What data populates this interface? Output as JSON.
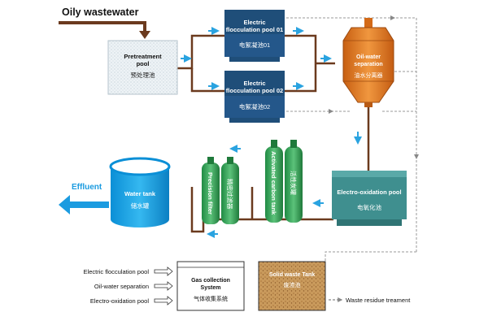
{
  "title": "Oily wastewater",
  "pretreatment": {
    "en": "Pretreatment pool",
    "cn": "预处理池"
  },
  "ef1": {
    "en": "Electric flocculation pool 01",
    "cn": "电絮凝池01"
  },
  "ef2": {
    "en": "Electric flocculation pool 02",
    "cn": "电絮凝池02"
  },
  "separator": {
    "en": "Oil-water separation",
    "cn": "油水分离器"
  },
  "electro": {
    "en": "Electro-oxidation pool",
    "cn": "电氧化池"
  },
  "carbon": {
    "en": "Activated carbon tank",
    "cn": "活性炭罐"
  },
  "precision": {
    "en": "Precision filter",
    "cn": "精密过滤器"
  },
  "water_tank": {
    "en": "Water tank",
    "cn": "储水罐"
  },
  "effluent": "Effluent",
  "legend": {
    "items": [
      "Electric flocculation pool",
      "Oil-water separation",
      "Electro-oxidation pool"
    ],
    "gas": {
      "en": "Gas collection System",
      "cn": "气体收集系统"
    },
    "solid": {
      "en": "Solid waste Tank",
      "cn": "废渣池"
    },
    "residue": "Waste residue treament"
  },
  "colors": {
    "navy": "#1f4e79",
    "pipe": "#6b3a1e",
    "arrow_blue": "#2aa3e0",
    "green": "#2e9e52",
    "teal": "#3f8f8f",
    "orange": "#e07a22"
  }
}
